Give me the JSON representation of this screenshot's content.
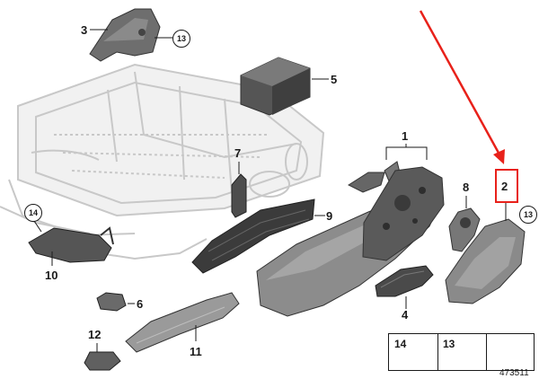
{
  "diagram": {
    "highlight_color": "#e8211a",
    "callouts": [
      {
        "id": "1",
        "label": "1"
      },
      {
        "id": "2",
        "label": "2"
      },
      {
        "id": "3",
        "label": "3"
      },
      {
        "id": "4",
        "label": "4"
      },
      {
        "id": "5",
        "label": "5"
      },
      {
        "id": "6",
        "label": "6"
      },
      {
        "id": "7",
        "label": "7"
      },
      {
        "id": "8",
        "label": "8"
      },
      {
        "id": "9",
        "label": "9"
      },
      {
        "id": "10",
        "label": "10"
      },
      {
        "id": "11",
        "label": "11"
      },
      {
        "id": "12",
        "label": "12"
      }
    ],
    "circled_refs": {
      "top": "13",
      "left": "14",
      "right": "13"
    },
    "legend": {
      "screw_label": "14",
      "clip_label": "13"
    },
    "diagram_id": "473511"
  }
}
